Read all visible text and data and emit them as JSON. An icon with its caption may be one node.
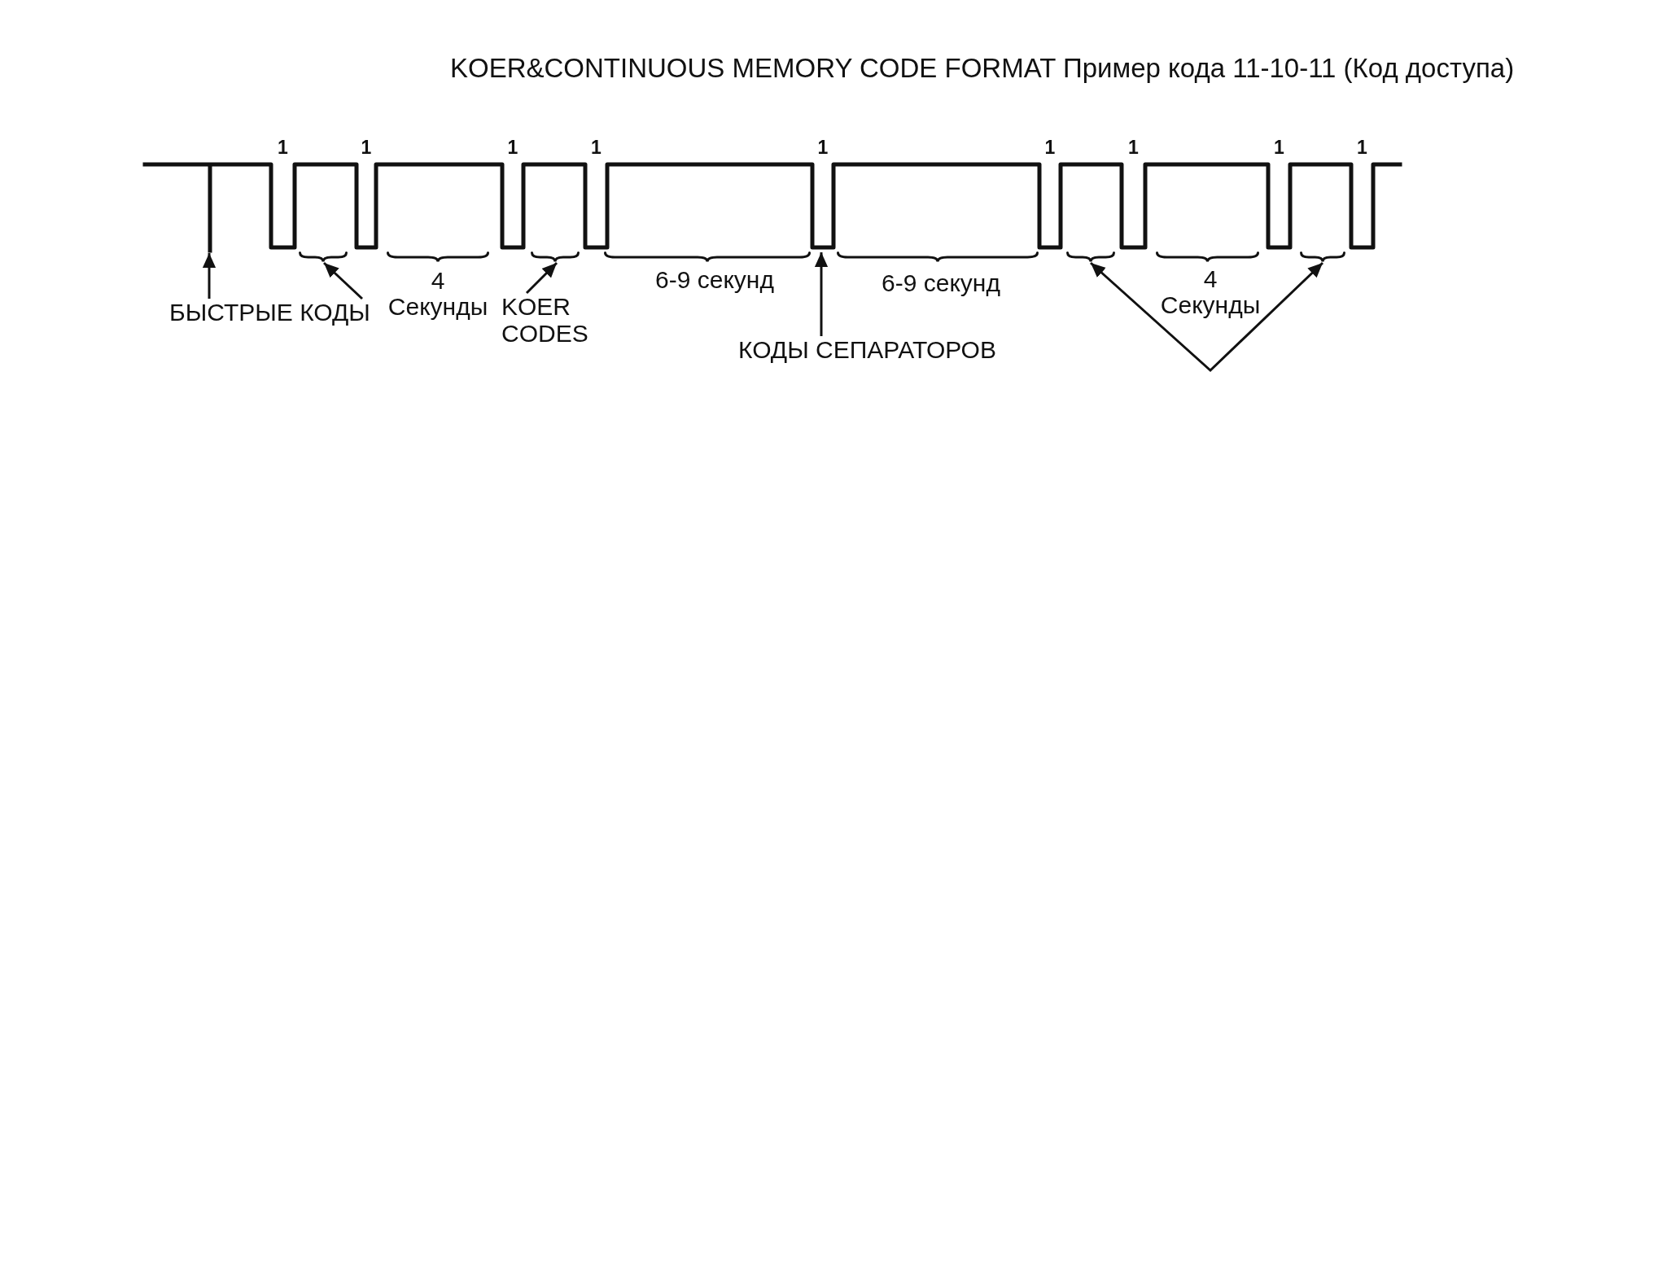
{
  "diagram": {
    "title": "KOER&CONTINUOUS MEMORY CODE FORMAT Пример кода 11-10-11 (Код доступа)",
    "nodes": [
      {
        "text": [],
        "shape": "brace"
      },
      {
        "text": [],
        "shape": "brace"
      },
      {
        "text": [],
        "shape": "brace"
      },
      {
        "text": [],
        "shape": "brace"
      },
      {
        "text": [
          "БЫСТРЫЕ КОДЫ"
        ]
      },
      {
        "text": [
          "KOER CODES"
        ]
      },
      {
        "text": [
          "КОДЫ СЕПАРАТОРОВ"
        ]
      }
    ],
    "edges": [
      {
        "from": 4,
        "to": null,
        "arrow": "to"
      },
      {
        "from": 4,
        "to": 0,
        "arrow": "to"
      },
      {
        "from": 5,
        "to": 1,
        "arrow": "to"
      },
      {
        "from": 6,
        "to": null,
        "arrow": "to"
      },
      {
        "from": 2,
        "to": 3,
        "arrow": "both"
      }
    ],
    "labels": [
      "1",
      "1",
      "1",
      "1",
      "1",
      "1",
      "1",
      "1",
      "1",
      "4 Секунды",
      "6-9 секунд",
      "6-9 секунд",
      "4 Секунды"
    ]
  }
}
